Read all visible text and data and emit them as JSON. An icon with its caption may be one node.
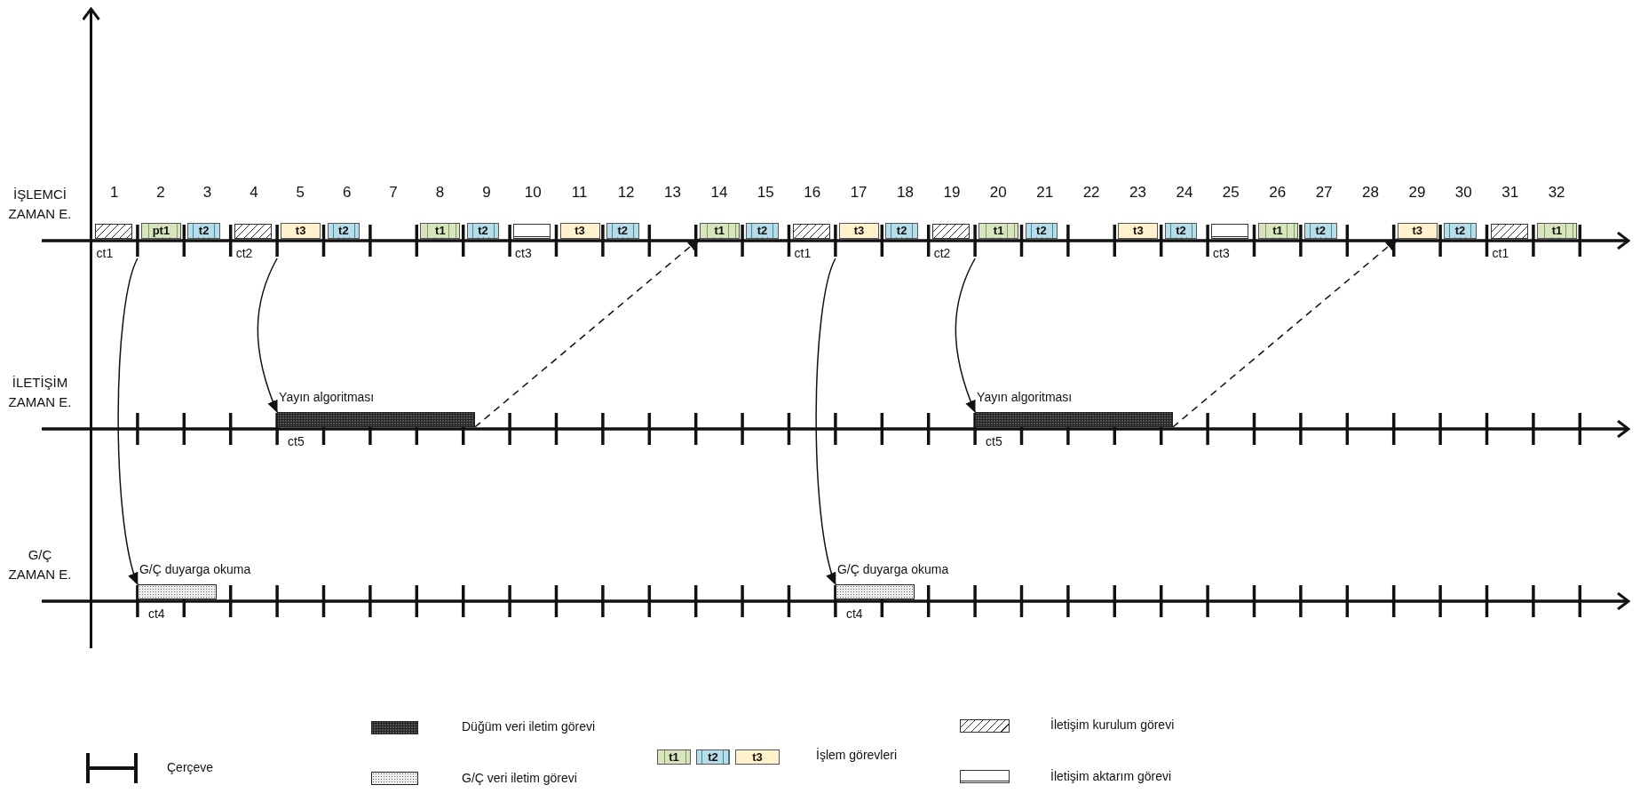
{
  "diagram": {
    "nodes": [
      {
        "text": [
          "ct1"
        ]
      },
      {
        "text": [
          "pt1"
        ]
      },
      {
        "text": [
          "t2"
        ]
      },
      {
        "text": [
          "ct2"
        ]
      },
      {
        "text": [
          "t3"
        ]
      },
      {
        "text": [
          "t2"
        ]
      },
      {
        "text": [
          "t1"
        ]
      },
      {
        "text": [
          "t2"
        ]
      },
      {
        "text": [
          "ct3"
        ]
      },
      {
        "text": [
          "t3"
        ]
      },
      {
        "text": [
          "t2"
        ]
      },
      {
        "text": [
          "t1"
        ]
      },
      {
        "text": [
          "t2"
        ]
      },
      {
        "text": [
          "ct1"
        ]
      },
      {
        "text": [
          "t3"
        ]
      },
      {
        "text": [
          "t2"
        ]
      },
      {
        "text": [
          "ct2"
        ]
      },
      {
        "text": [
          "t1"
        ]
      },
      {
        "text": [
          "t2"
        ]
      },
      {
        "text": [
          "t3"
        ]
      },
      {
        "text": [
          "t2"
        ]
      },
      {
        "text": [
          "ct3"
        ]
      },
      {
        "text": [
          "t1"
        ]
      },
      {
        "text": [
          "t2"
        ]
      },
      {
        "text": [
          "t3"
        ]
      },
      {
        "text": [
          "t2"
        ]
      },
      {
        "text": [
          "ct1"
        ]
      },
      {
        "text": [
          "t1"
        ]
      },
      {
        "text": [
          "Yayın algoritması",
          "ct5"
        ]
      },
      {
        "text": [
          "Yayın algoritması",
          "ct5"
        ]
      },
      {
        "text": [
          "G/Ç duyarga okuma",
          "ct4"
        ]
      },
      {
        "text": [
          "G/Ç duyarga okuma",
          "ct4"
        ]
      }
    ],
    "edges": [
      {
        "from": 0,
        "to": 30,
        "arrow": "to"
      },
      {
        "from": 3,
        "to": 28,
        "arrow": "to"
      },
      {
        "from": 28,
        "to": 11,
        "arrow": "to",
        "style": "dashed"
      },
      {
        "from": 13,
        "to": 31,
        "arrow": "to"
      },
      {
        "from": 16,
        "to": 29,
        "arrow": "to"
      },
      {
        "from": 29,
        "to": 24,
        "arrow": "to",
        "style": "dashed"
      }
    ],
    "labels": [
      "İŞLEMCİ ZAMAN E.",
      "İLETİŞİM ZAMAN E.",
      "G/Ç ZAMAN E.",
      "1",
      "2",
      "3",
      "4",
      "5",
      "6",
      "7",
      "8",
      "9",
      "10",
      "11",
      "12",
      "13",
      "14",
      "15",
      "16",
      "17",
      "18",
      "19",
      "20",
      "21",
      "22",
      "23",
      "24",
      "25",
      "26",
      "27",
      "28",
      "29",
      "30",
      "31",
      "32",
      "t1",
      "t2",
      "t3"
    ],
    "legend": [
      {
        "text": "Çerçeve"
      },
      {
        "text": "Düğüm veri iletim görevi"
      },
      {
        "text": "G/Ç veri iletim görevi"
      },
      {
        "text": "İşlem görevleri"
      },
      {
        "text": "İletişim kurulum görevi"
      },
      {
        "text": "İletişim aktarım görevi"
      }
    ]
  }
}
